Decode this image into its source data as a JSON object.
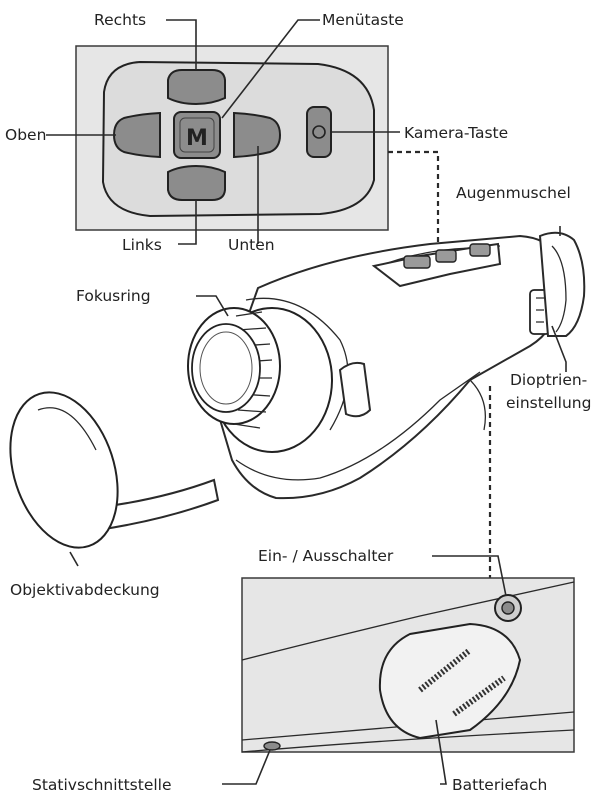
{
  "labels": {
    "rechts": "Rechts",
    "menuetaste": "Menütaste",
    "oben": "Oben",
    "kamera_taste": "Kamera-Taste",
    "links": "Links",
    "unten": "Unten",
    "augenmuschel": "Augenmuschel",
    "fokusring": "Fokusring",
    "dioptrien_line1": "Dioptrien-",
    "dioptrien_line2": "einstellung",
    "objektivabdeckung": "Objektivabdeckung",
    "ein_ausschalter": "Ein- / Ausschalter",
    "stativschnittstelle": "Stativschnittstelle",
    "batteriefach": "Batteriefach"
  },
  "menu_button_glyph": "M",
  "colors": {
    "panel_bg": "#e8e8e8",
    "button_fill": "#8c8c8c",
    "line": "#2a2a2a"
  }
}
